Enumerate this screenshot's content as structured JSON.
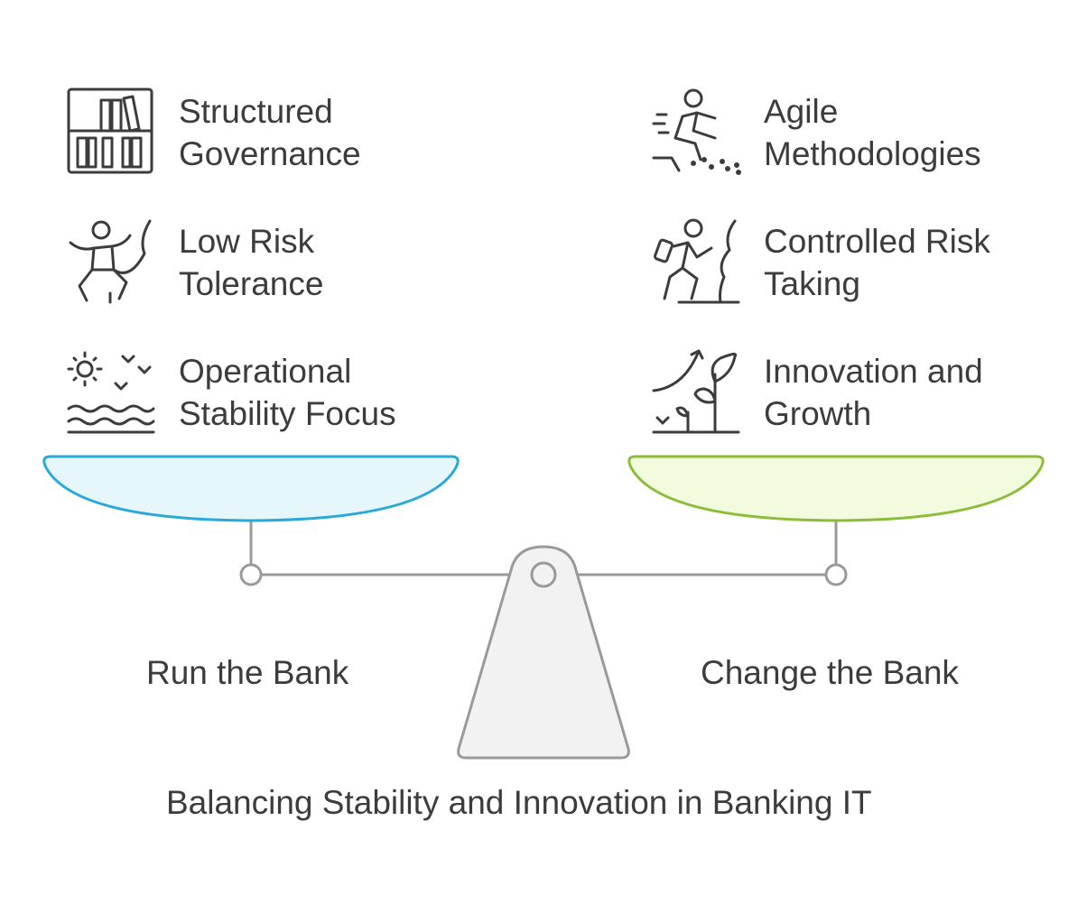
{
  "left": {
    "caption": "Run the Bank",
    "items": [
      {
        "label": "Structured\nGovernance",
        "icon": "bookshelf-icon"
      },
      {
        "label": "Low Risk\nTolerance",
        "icon": "climber-icon"
      },
      {
        "label": "Operational\nStability Focus",
        "icon": "calm-weather-icon"
      }
    ],
    "pan_fill": "#e6f7fc",
    "pan_stroke": "#29a9d8"
  },
  "right": {
    "caption": "Change the Bank",
    "items": [
      {
        "label": "Agile\nMethodologies",
        "icon": "running-person-icon"
      },
      {
        "label": "Controlled Risk\nTaking",
        "icon": "rock-climber-icon"
      },
      {
        "label": "Innovation and\nGrowth",
        "icon": "growing-plant-icon"
      }
    ],
    "pan_fill": "#f2fbdd",
    "pan_stroke": "#8bbd3a"
  },
  "title": "Balancing Stability and Innovation in Banking IT"
}
